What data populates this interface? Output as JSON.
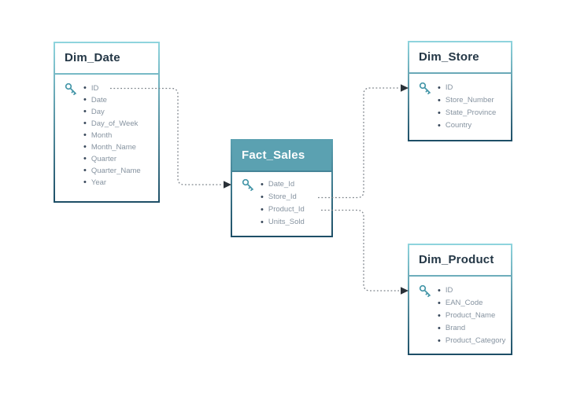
{
  "diagram": {
    "tables": [
      {
        "id": "dim_date",
        "title": "Dim_Date",
        "type": "dimension",
        "key_field": "ID",
        "fields": [
          "ID",
          "Date",
          "Day",
          "Day_of_Week",
          "Month",
          "Month_Name",
          "Quarter",
          "Quarter_Name",
          "Year"
        ]
      },
      {
        "id": "fact_sales",
        "title": "Fact_Sales",
        "type": "fact",
        "key_field": "Date_Id",
        "fields": [
          "Date_Id",
          "Store_Id",
          "Product_Id",
          "Units_Sold"
        ]
      },
      {
        "id": "dim_store",
        "title": "Dim_Store",
        "type": "dimension",
        "key_field": "ID",
        "fields": [
          "ID",
          "Store_Number",
          "State_Province",
          "Country"
        ]
      },
      {
        "id": "dim_product",
        "title": "Dim_Product",
        "type": "dimension",
        "key_field": "ID",
        "fields": [
          "ID",
          "EAN_Code",
          "Product_Name",
          "Brand",
          "Product_Category"
        ]
      }
    ],
    "relationships": [
      {
        "from": "Dim_Date.ID",
        "to": "Fact_Sales.Date_Id"
      },
      {
        "from": "Fact_Sales.Store_Id",
        "to": "Dim_Store.ID"
      },
      {
        "from": "Fact_Sales.Product_Id",
        "to": "Dim_Product.ID"
      }
    ],
    "colors": {
      "canvas_bg": "#ffffff",
      "table_bg": "#ffffff",
      "border_light": "#8fd5de",
      "border_dark": "#1d4e66",
      "fact_header_bg": "#5ba1b1",
      "title_text": "#243746",
      "fact_title_text": "#ffffff",
      "field_text": "#8693a0",
      "bullet": "#37475a",
      "key_icon": "#4496a8",
      "connector": "#7c838a",
      "arrow": "#2a3138"
    }
  }
}
